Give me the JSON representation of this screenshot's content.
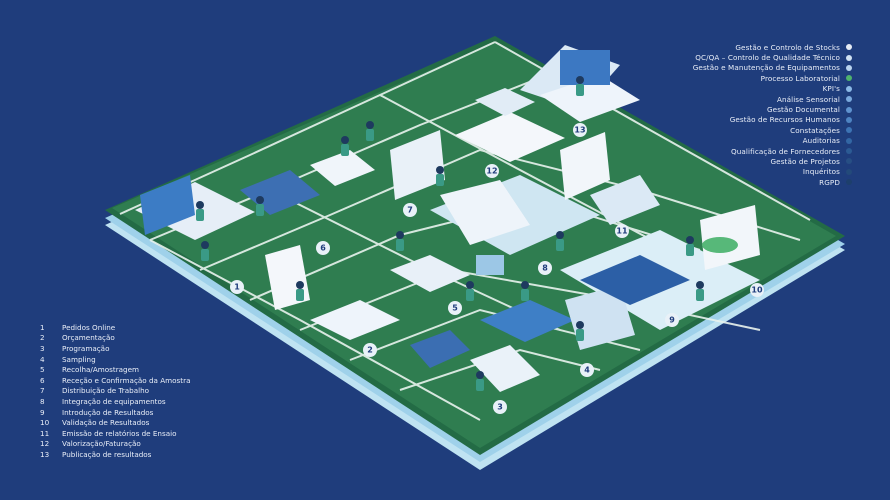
{
  "modules": [
    {
      "label": "Gestão e Controlo de Stocks",
      "color": "#e6ecf5"
    },
    {
      "label": "QC/QA – Controlo de Qualidade Técnico",
      "color": "#cfe1f2"
    },
    {
      "label": "Gestão e Manutenção de Equipamentos",
      "color": "#b9d3ee"
    },
    {
      "label": "Processo Laboratorial",
      "color": "#4fb36d"
    },
    {
      "label": "KPI's",
      "color": "#8bb9e6"
    },
    {
      "label": "Análise Sensorial",
      "color": "#7aa9dd"
    },
    {
      "label": "Gestão Documental",
      "color": "#5f93cf"
    },
    {
      "label": "Gestão de Recursos Humanos",
      "color": "#4e84c2"
    },
    {
      "label": "Constatações",
      "color": "#3d74b4"
    },
    {
      "label": "Auditorias",
      "color": "#3367a4"
    },
    {
      "label": "Qualificação de Fornecedores",
      "color": "#2c5b94"
    },
    {
      "label": "Gestão de Projetos",
      "color": "#274f84"
    },
    {
      "label": "Inquéritos",
      "color": "#234a7a"
    },
    {
      "label": "RGPD",
      "color": "#1d3f6c"
    }
  ],
  "steps": [
    {
      "num": "1",
      "label": "Pedidos Online"
    },
    {
      "num": "2",
      "label": "Orçamentação"
    },
    {
      "num": "3",
      "label": "Programação"
    },
    {
      "num": "4",
      "label": "Sampling"
    },
    {
      "num": "5",
      "label": "Recolha/Amostragem"
    },
    {
      "num": "6",
      "label": "Receção e Confirmação da Amostra"
    },
    {
      "num": "7",
      "label": "Distribuição de Trabalho"
    },
    {
      "num": "8",
      "label": "Integração de equipamentos"
    },
    {
      "num": "9",
      "label": "Introdução de Resultados"
    },
    {
      "num": "10",
      "label": "Validação de Resultados"
    },
    {
      "num": "11",
      "label": "Emissão de relatórios de Ensaio"
    },
    {
      "num": "12",
      "label": "Valorização/Faturação"
    },
    {
      "num": "13",
      "label": "Publicação de resultados"
    }
  ],
  "station_numbers": [
    "1",
    "2",
    "3",
    "4",
    "5",
    "6",
    "7",
    "8",
    "9",
    "10",
    "11",
    "12",
    "13"
  ]
}
